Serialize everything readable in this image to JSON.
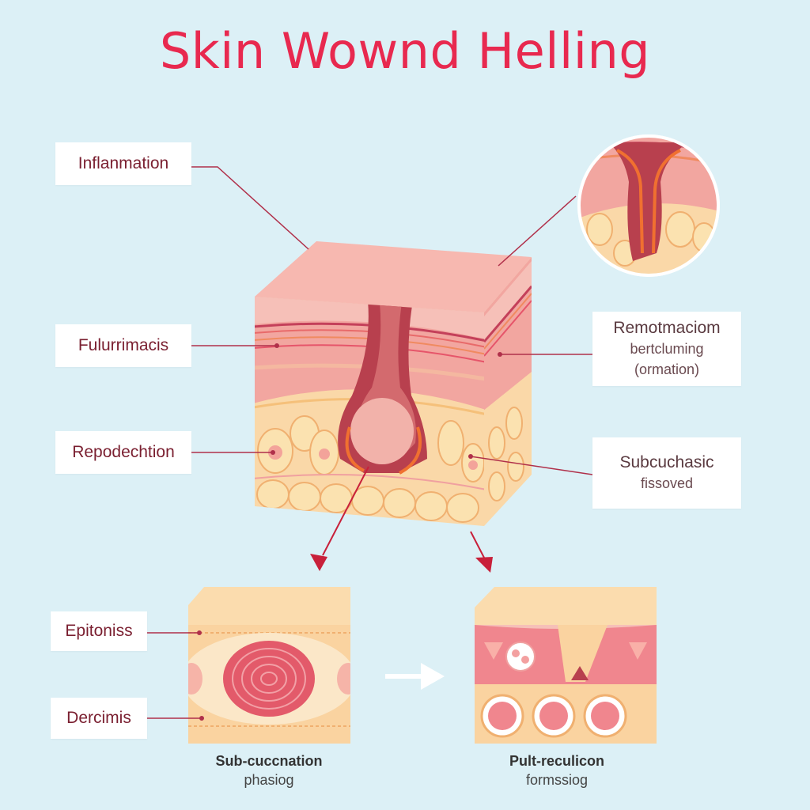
{
  "title": "Skin Wownd Helling",
  "labels": {
    "inflammation": "Inflanmation",
    "fulurrimacis": "Fulurrimacis",
    "repodechtion": "Repodechtion",
    "remotmaciom": [
      "Remotmaciom",
      "bertcluming",
      "(ormation)"
    ],
    "subcuchasic": [
      "Subcuchasic",
      "fissoved"
    ],
    "epitoniss": "Epitoniss",
    "dercimis": "Dercimis"
  },
  "captions": {
    "left": [
      "Sub-cuccnation",
      "phasiog"
    ],
    "right": [
      "Pult-reculicon",
      "formssiog"
    ]
  },
  "colors": {
    "background": "#dcf0f6",
    "title": "#e8294f",
    "leader": "#b0304a",
    "arrow": "#c8203a"
  }
}
